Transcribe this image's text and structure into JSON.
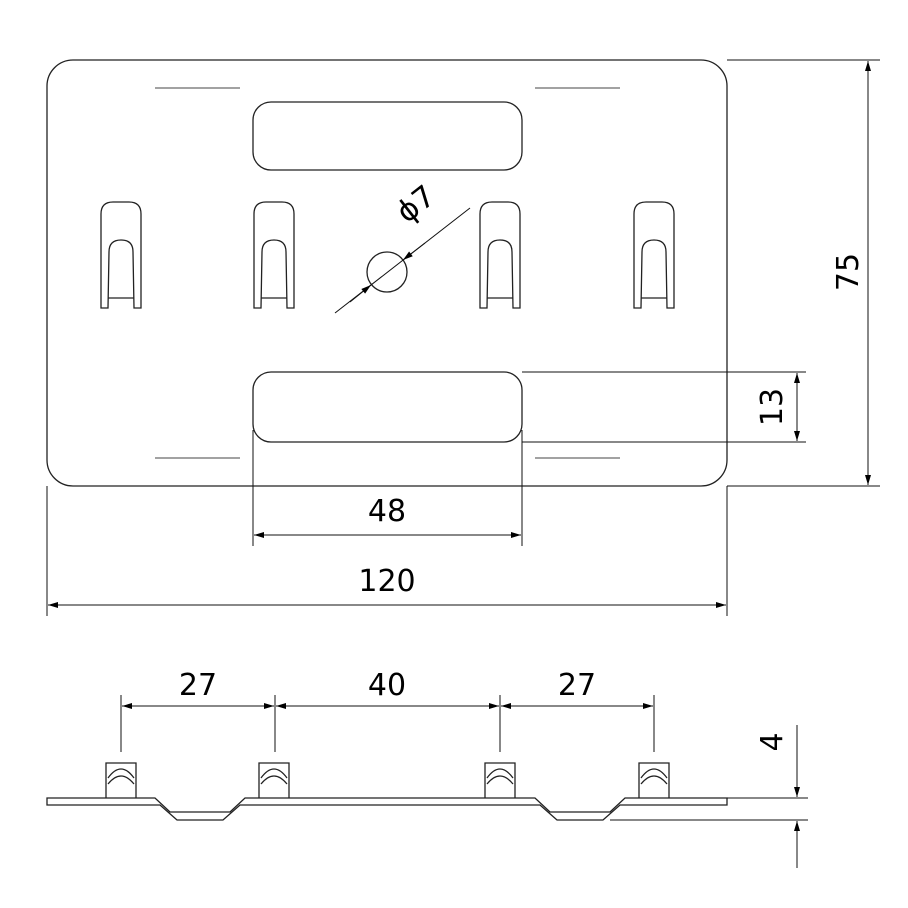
{
  "drawing": {
    "diameter_label": "ϕ7",
    "height_label": "75",
    "slot_width_label": "13",
    "slot_length_label": "48",
    "overall_width_label": "120",
    "spacing_labels": [
      "27",
      "40",
      "27"
    ],
    "thickness_label": "4"
  }
}
